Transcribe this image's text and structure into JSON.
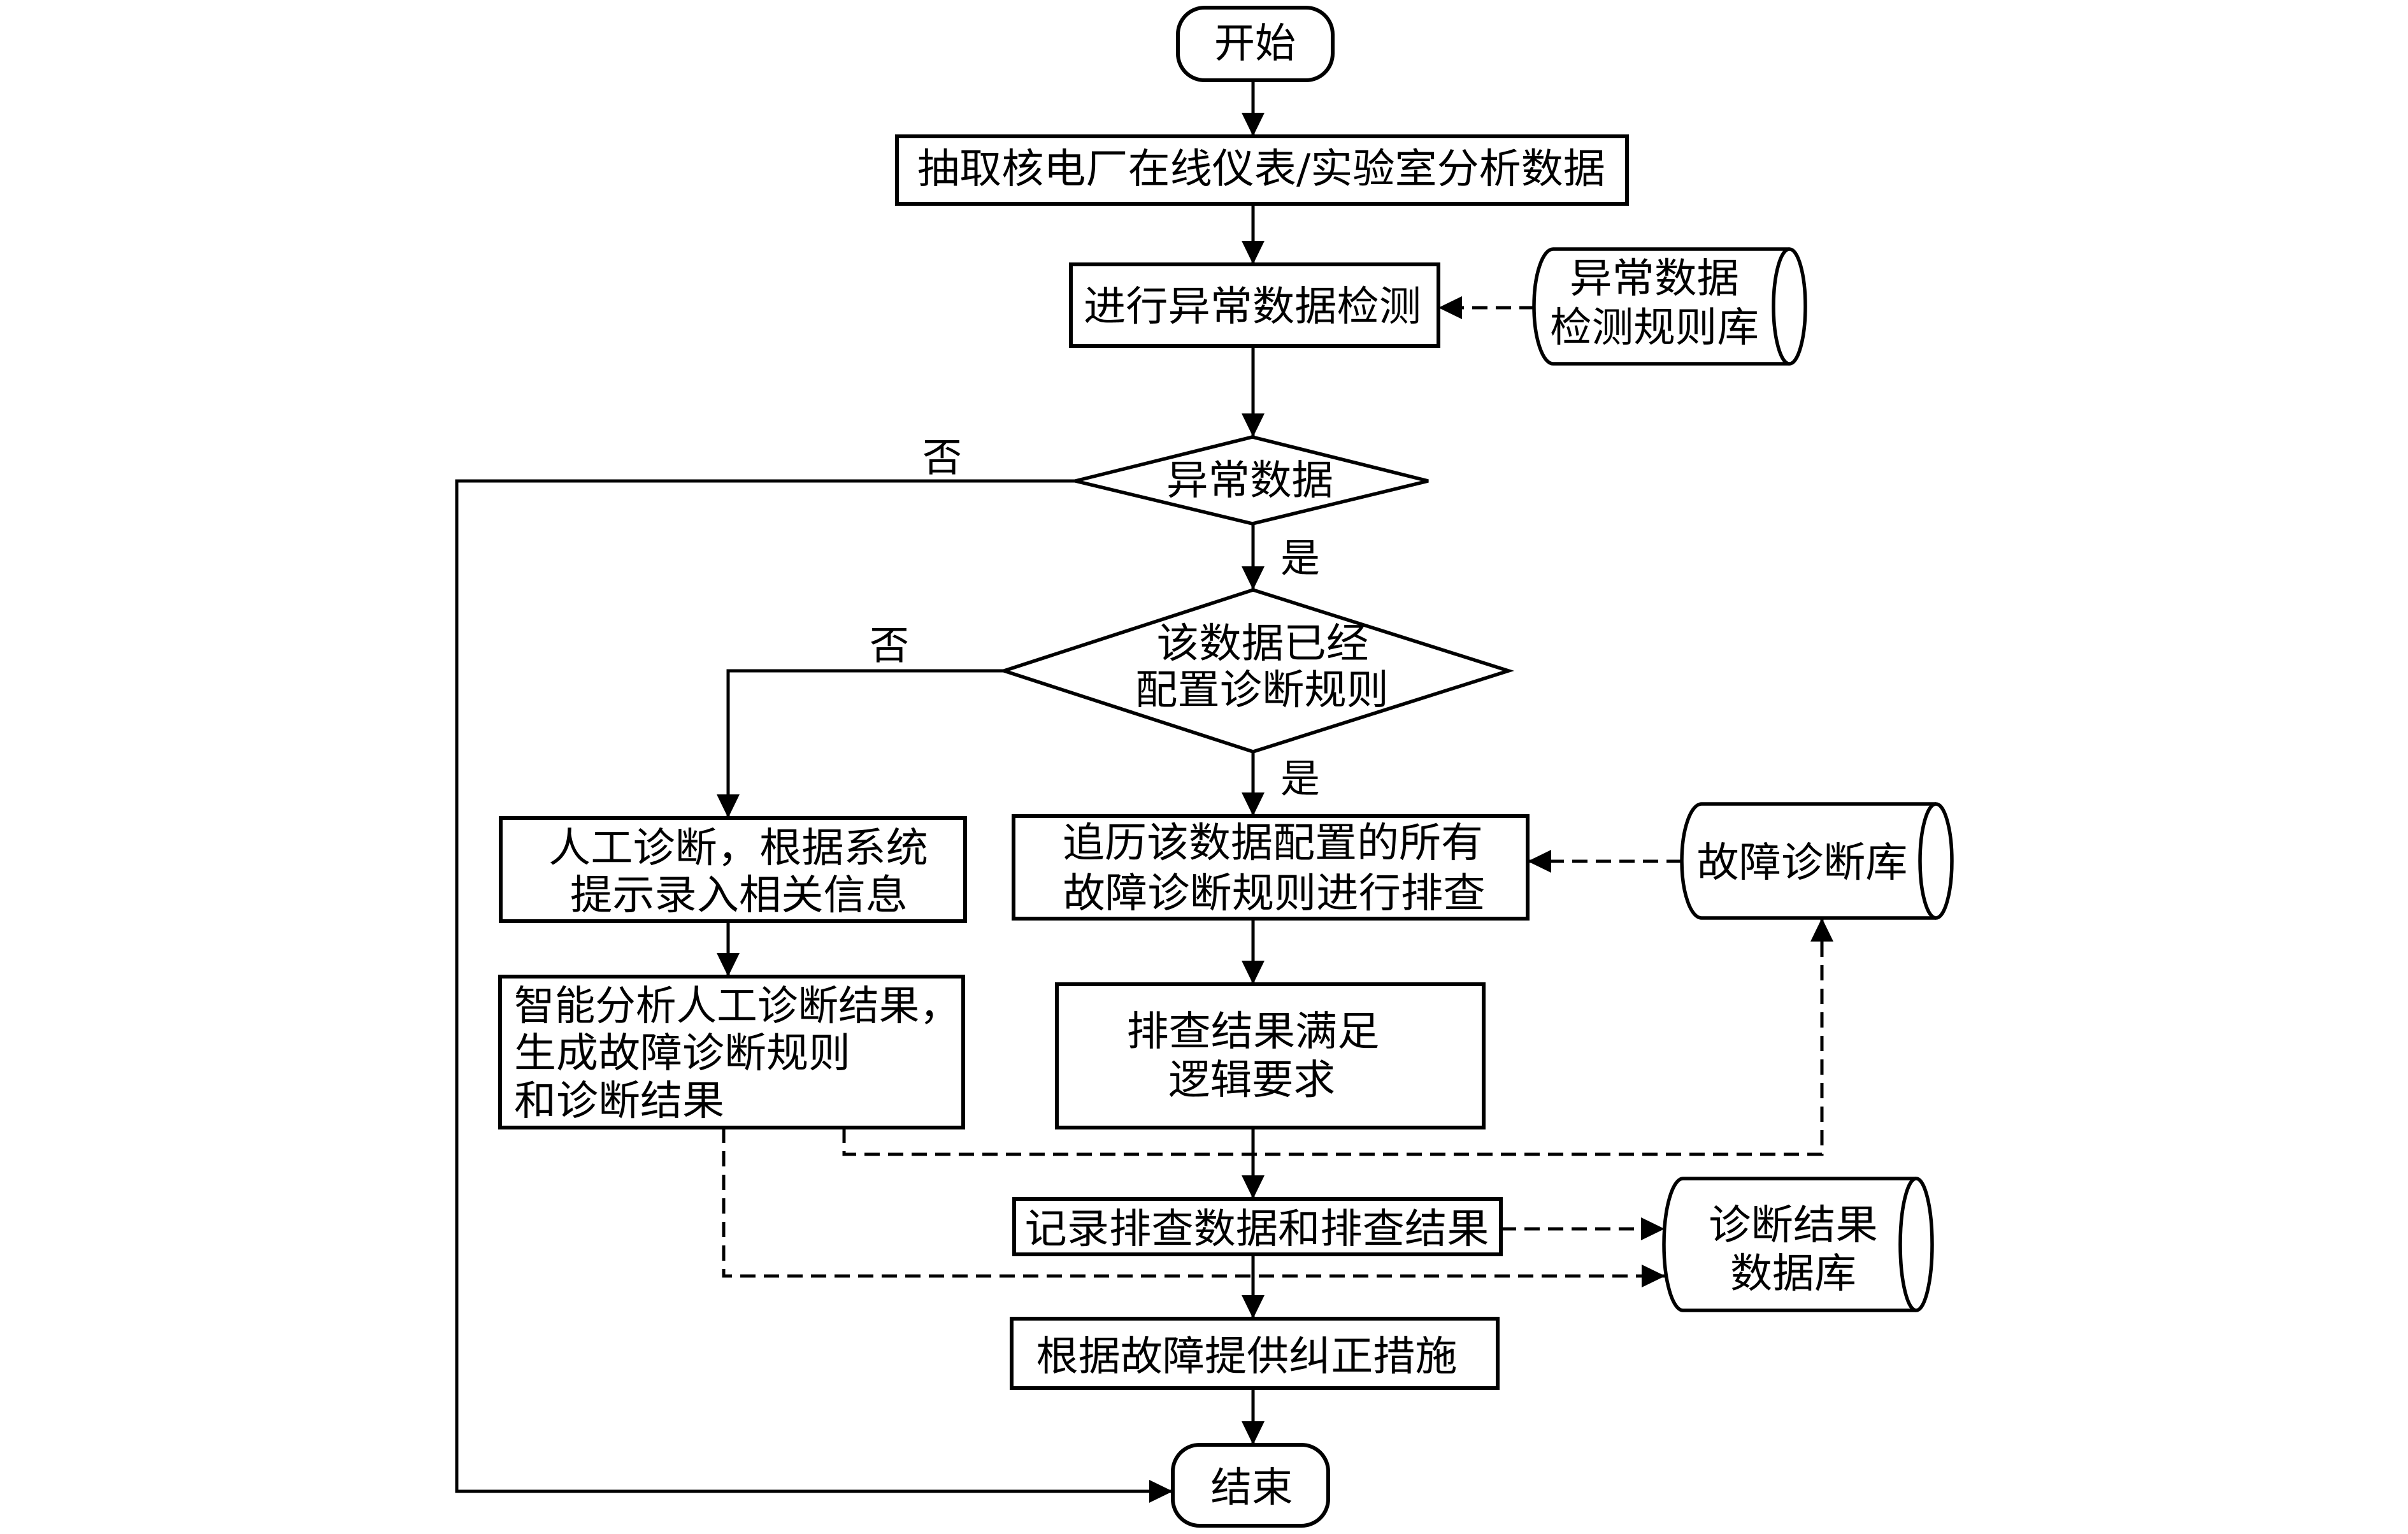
{
  "figure": {
    "type": "flowchart",
    "nodes": {
      "start": {
        "shape": "terminator",
        "label": "开始"
      },
      "extract": {
        "shape": "process",
        "label": "抽取核电厂在线仪表/实验室分析数据"
      },
      "detect": {
        "shape": "process",
        "label": "进行异常数据检测"
      },
      "detect_rules_db": {
        "shape": "database",
        "lines": [
          "异常数据",
          "检测规则库"
        ]
      },
      "is_abnormal": {
        "shape": "decision",
        "label": "异常数据"
      },
      "has_rules": {
        "shape": "decision",
        "lines": [
          "该数据已经",
          "配置诊断规则"
        ]
      },
      "manual_diagnosis": {
        "shape": "process",
        "lines": [
          "人工诊断，根据系统",
          "提示录入相关信息"
        ]
      },
      "smart_analysis": {
        "shape": "process",
        "lines": [
          "智能分析人工诊断结果，",
          "生成故障诊断规则",
          "和诊断结果"
        ]
      },
      "traverse_rules": {
        "shape": "process",
        "lines": [
          "追历该数据配置的所有",
          "故障诊断规则进行排查"
        ]
      },
      "logic_check": {
        "shape": "process",
        "lines": [
          "排查结果满足",
          "逻辑要求"
        ]
      },
      "fault_db": {
        "shape": "database",
        "label": "故障诊断库"
      },
      "record": {
        "shape": "process",
        "label": "记录排查数据和排查结果"
      },
      "result_db": {
        "shape": "database",
        "lines": [
          "诊断结果",
          "数据库"
        ]
      },
      "corrective": {
        "shape": "process",
        "label": "根据故障提供纠正措施"
      },
      "end": {
        "shape": "terminator",
        "label": "结束"
      }
    },
    "edge_labels": {
      "abnormal_no": "否",
      "abnormal_yes": "是",
      "rules_no": "否",
      "rules_yes": "是"
    },
    "edges": [
      {
        "from": "start",
        "to": "extract",
        "style": "solid"
      },
      {
        "from": "extract",
        "to": "detect",
        "style": "solid"
      },
      {
        "from": "detect_rules_db",
        "to": "detect",
        "style": "dashed"
      },
      {
        "from": "detect",
        "to": "is_abnormal",
        "style": "solid"
      },
      {
        "from": "is_abnormal",
        "to": "end",
        "style": "solid",
        "label": "否"
      },
      {
        "from": "is_abnormal",
        "to": "has_rules",
        "style": "solid",
        "label": "是"
      },
      {
        "from": "has_rules",
        "to": "manual_diagnosis",
        "style": "solid",
        "label": "否"
      },
      {
        "from": "has_rules",
        "to": "traverse_rules",
        "style": "solid",
        "label": "是"
      },
      {
        "from": "manual_diagnosis",
        "to": "smart_analysis",
        "style": "solid"
      },
      {
        "from": "fault_db",
        "to": "traverse_rules",
        "style": "dashed"
      },
      {
        "from": "traverse_rules",
        "to": "logic_check",
        "style": "solid"
      },
      {
        "from": "smart_analysis",
        "to": "fault_db",
        "style": "dashed"
      },
      {
        "from": "logic_check",
        "to": "record",
        "style": "solid"
      },
      {
        "from": "record",
        "to": "result_db",
        "style": "dashed"
      },
      {
        "from": "smart_analysis",
        "to": "result_db",
        "style": "dashed"
      },
      {
        "from": "record",
        "to": "corrective",
        "style": "solid"
      },
      {
        "from": "corrective",
        "to": "end",
        "style": "solid"
      }
    ],
    "colors": {
      "ink": "#000000",
      "paper": "#ffffff"
    }
  }
}
